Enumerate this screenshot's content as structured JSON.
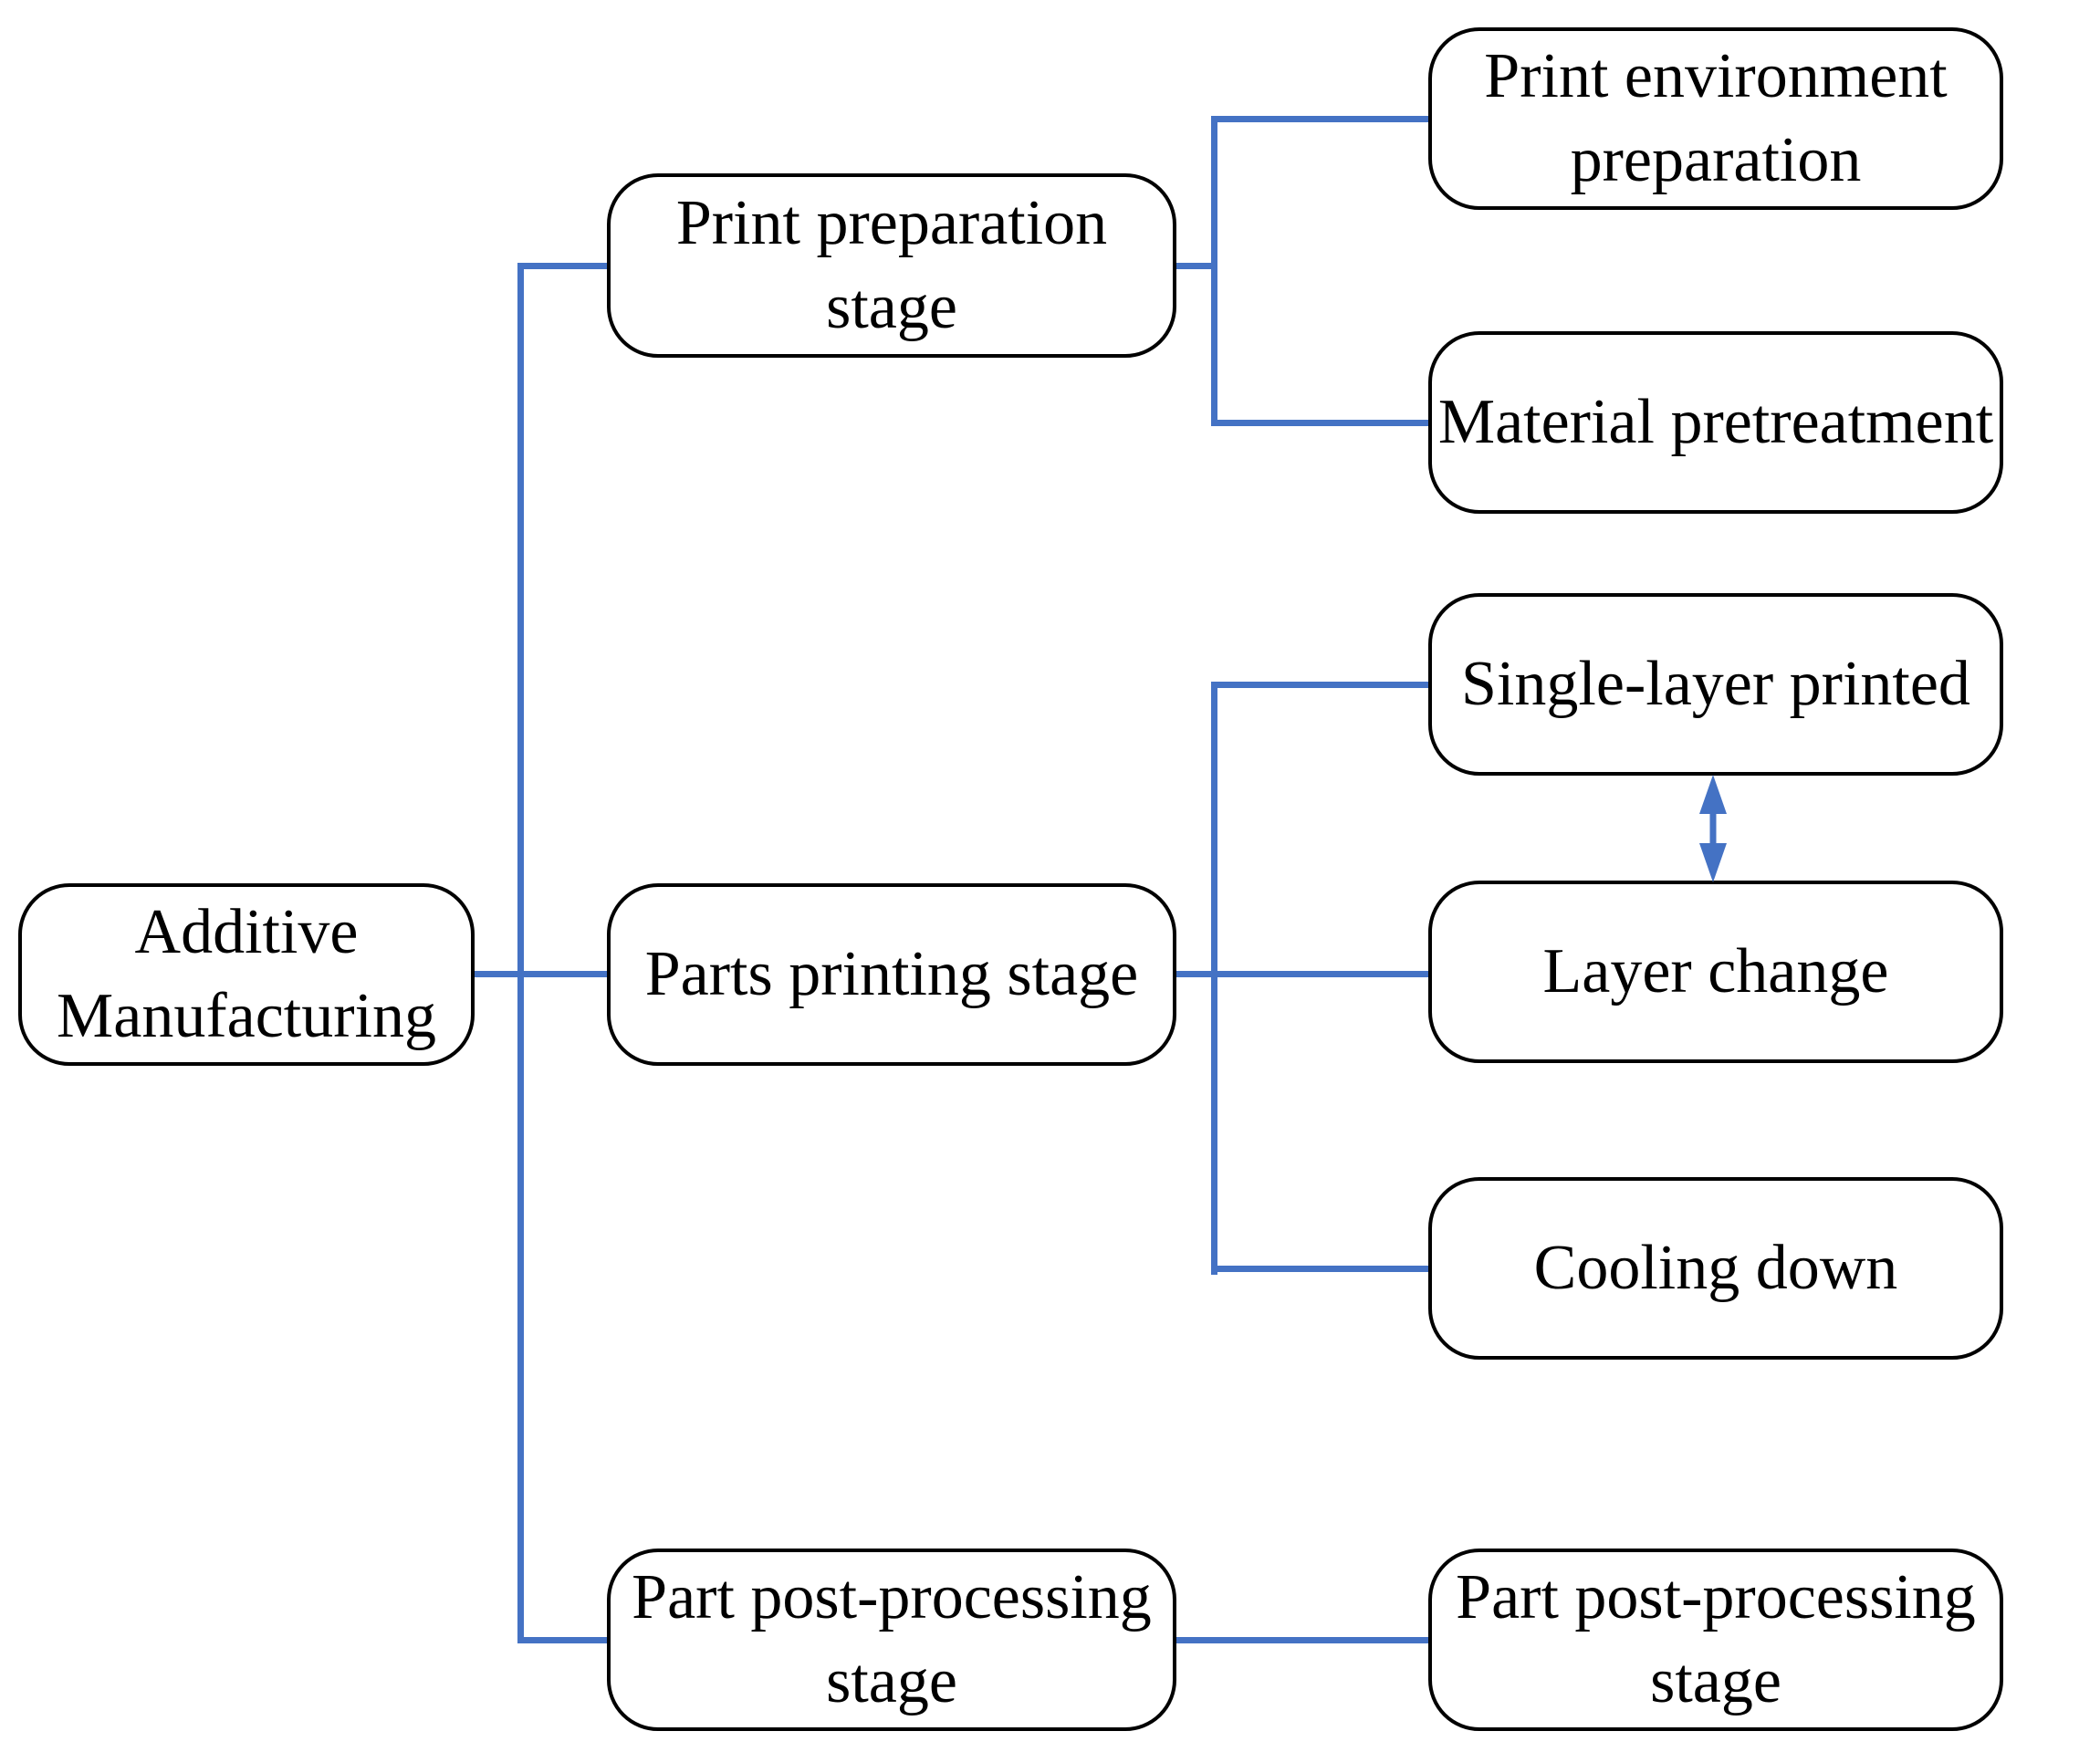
{
  "diagram": {
    "type": "tree-flowchart",
    "orientation": "left-to-right",
    "nodes": {
      "root": {
        "label": "Additive Manufacturing",
        "children": [
          "print_preparation",
          "parts_printing",
          "part_post_mid"
        ]
      },
      "print_preparation": {
        "label": "Print preparation stage",
        "children": [
          "print_environment",
          "material_pretreatment"
        ]
      },
      "print_environment": {
        "label": "Print environment preparation",
        "children": []
      },
      "material_pretreatment": {
        "label": "Material pretreatment",
        "children": []
      },
      "parts_printing": {
        "label": "Parts printing stage",
        "children": [
          "single_layer",
          "layer_change",
          "cooling_down"
        ]
      },
      "single_layer": {
        "label": "Single-layer printed",
        "children": []
      },
      "layer_change": {
        "label": "Layer change",
        "children": []
      },
      "cooling_down": {
        "label": "Cooling down",
        "children": []
      },
      "part_post_mid": {
        "label": "Part post-processing stage",
        "children": [
          "part_post_right"
        ]
      },
      "part_post_right": {
        "label": "Part post-processing stage",
        "children": []
      }
    },
    "relations": {
      "bidirectional_arrow": {
        "between": [
          "single_layer",
          "layer_change"
        ],
        "direction": "vertical",
        "style": "double-headed"
      }
    },
    "colors": {
      "connector": "#4472C4",
      "arrow": "#4472C4",
      "node_border": "#000000",
      "node_fill": "#FFFFFF",
      "text": "#000000",
      "background": "#FFFFFF"
    }
  }
}
